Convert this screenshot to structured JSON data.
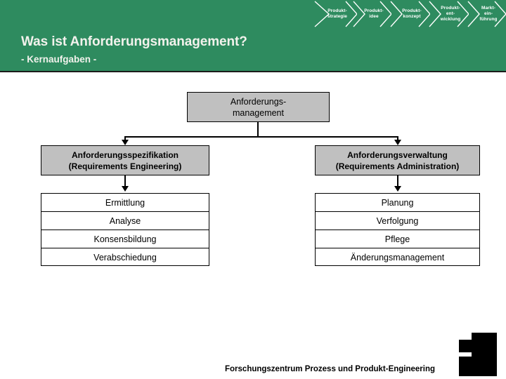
{
  "header": {
    "background_color": "#2E8B5F",
    "title": "Was ist Anforderungsmanagement?",
    "subtitle": "- Kernaufgaben -",
    "process_chevrons": [
      {
        "label": "Produkt-\nstrategie"
      },
      {
        "label": "Produkt-\nidee"
      },
      {
        "label": "Produkt-\nkonzept"
      },
      {
        "label": "Produkt-\nent-\nwicklung"
      },
      {
        "label": "Markt-\nein-\nführung"
      }
    ]
  },
  "diagram": {
    "box_fill_color": "#C0C0C0",
    "border_color": "#000000",
    "root": {
      "label": "Anforderungs-\nmanagement"
    },
    "branches": [
      {
        "title": "Anforderungsspezifikation\n(Requirements Engineering)",
        "tasks": [
          "Ermittlung",
          "Analyse",
          "Konsensbildung",
          "Verabschiedung"
        ]
      },
      {
        "title": "Anforderungsverwaltung\n(Requirements Administration)",
        "tasks": [
          "Planung",
          "Verfolgung",
          "Pflege",
          "Änderungsmanagement"
        ]
      }
    ]
  },
  "footer": {
    "text": "Forschungszentrum Prozess und Produkt-Engineering",
    "logo_color": "#000000"
  }
}
